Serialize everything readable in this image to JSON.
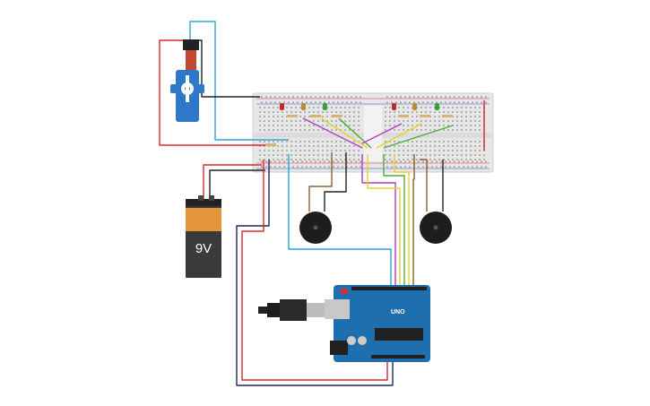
{
  "diagram": {
    "battery": {
      "label": "9V"
    },
    "arduino": {
      "model": "UNO"
    },
    "components": {
      "servo": "servo-motor",
      "breadboard": "breadboard",
      "piezo": [
        "piezo-buzzer-left",
        "piezo-buzzer-right"
      ],
      "leds_left": [
        "red",
        "yellow",
        "green"
      ],
      "leds_right": [
        "red",
        "yellow",
        "green"
      ]
    },
    "colors": {
      "wire_red": "#d8282a",
      "wire_black": "#222222",
      "wire_blue": "#2aa6d6",
      "wire_yellow": "#e8d12a",
      "wire_green": "#4cae3c",
      "wire_purple": "#b040b8",
      "wire_brown": "#8a6230",
      "wire_navy": "#1e2a5a",
      "arduino_blue": "#1f6fae",
      "servo_blue": "#2e78c9",
      "battery_orange": "#e3953a",
      "battery_body": "#3a3a3a"
    }
  }
}
